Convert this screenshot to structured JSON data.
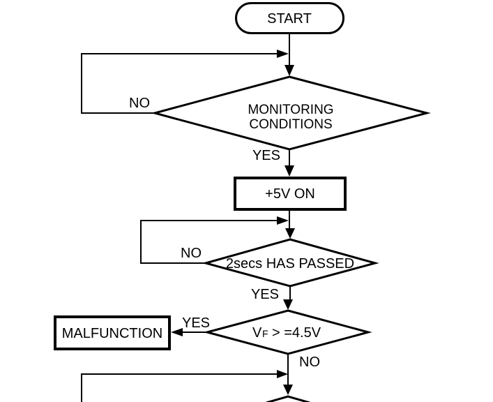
{
  "flowchart": {
    "start": {
      "type": "terminator",
      "label": "START"
    },
    "monitoring": {
      "type": "decision",
      "label_line1": "MONITORING",
      "label_line2": "CONDITIONS",
      "no": "NO",
      "yes": "YES"
    },
    "power_on": {
      "type": "process",
      "label": "+5V ON"
    },
    "delay": {
      "type": "decision",
      "label": "2secs HAS PASSED",
      "no": "NO",
      "yes": "YES"
    },
    "vf_check": {
      "type": "decision",
      "label_v": "V",
      "label_f_subscript": "F",
      "label_rest": "> =4.5V",
      "yes": "YES",
      "no": "NO"
    },
    "malfunction": {
      "type": "process",
      "label": "MALFUNCTION"
    },
    "next_decision": {
      "type": "decision",
      "note": "partially visible at bottom edge"
    }
  },
  "colors": {
    "line": "#000000",
    "text": "#000000",
    "background": "#ffffff"
  }
}
